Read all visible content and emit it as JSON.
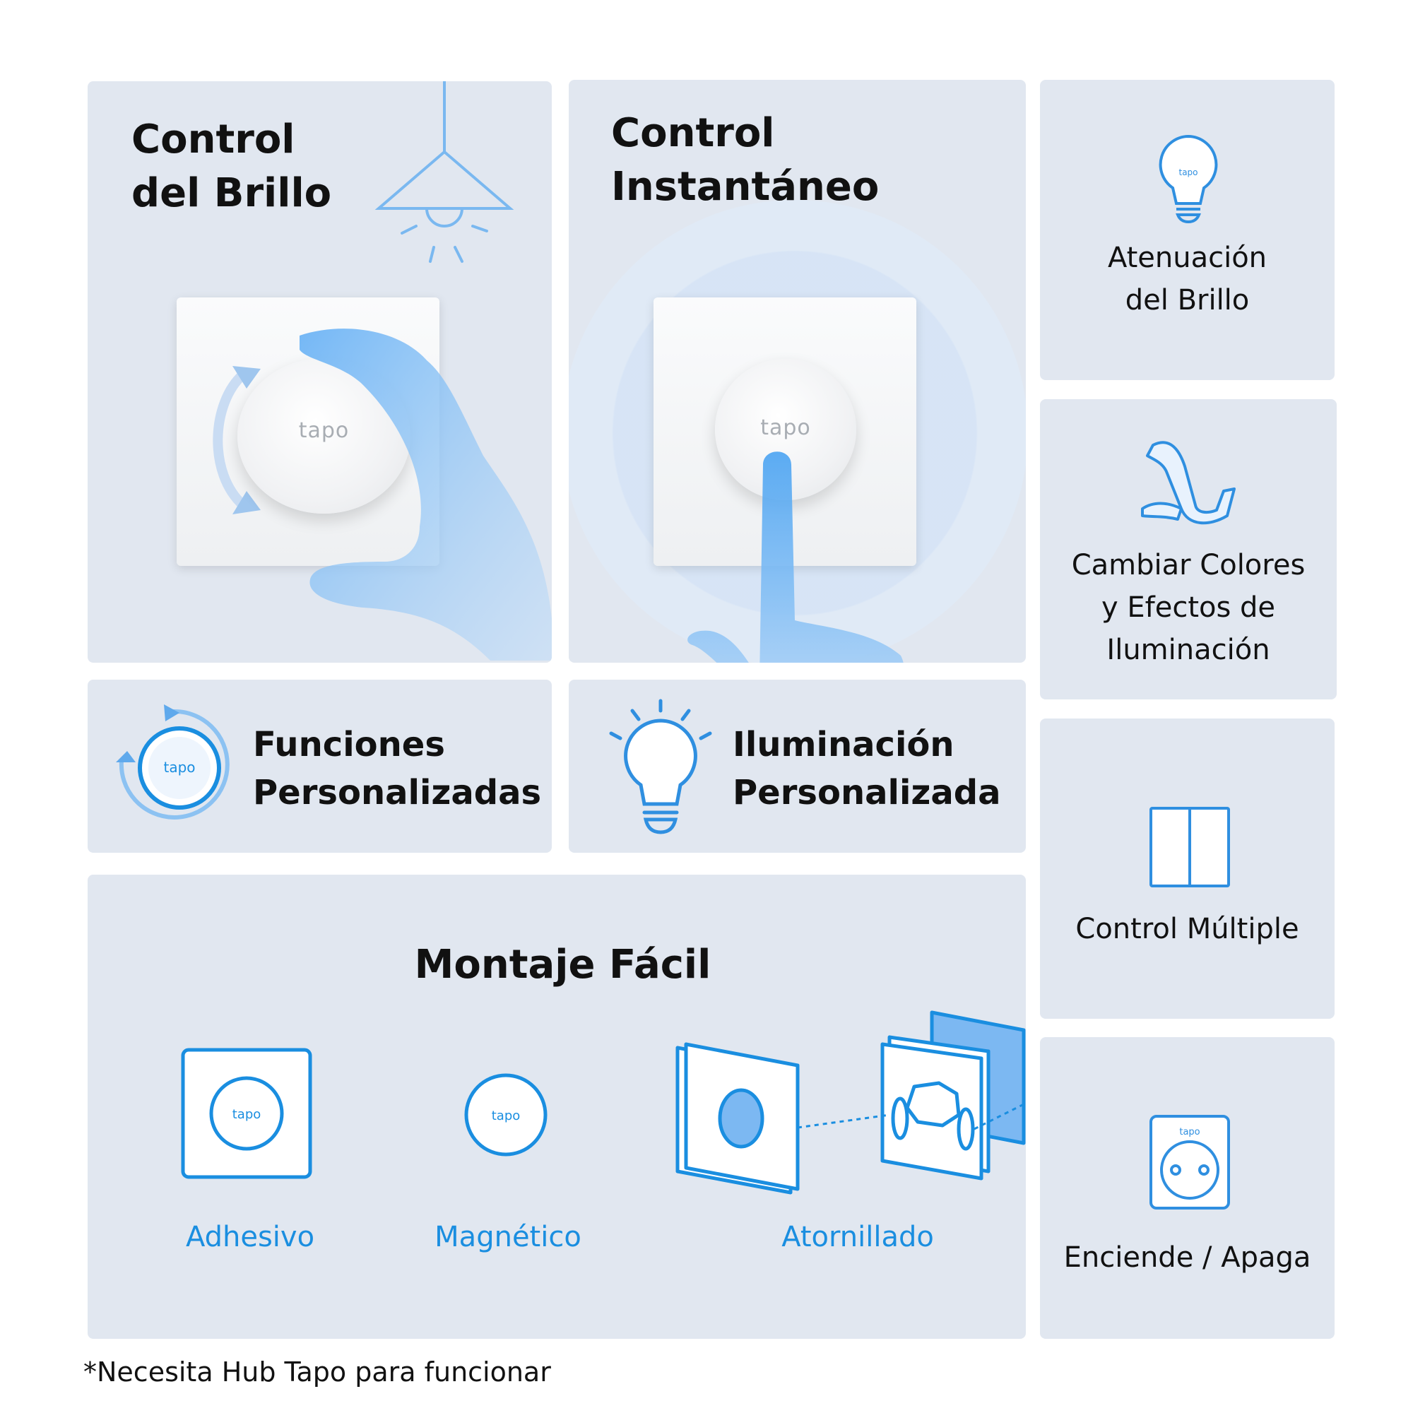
{
  "cards": {
    "brightness_control": {
      "title_line1": "Control",
      "title_line2": "del Brillo",
      "knob_logo": "tapo"
    },
    "instant_control": {
      "title_line1": "Control",
      "title_line2": "Instantáneo",
      "knob_logo": "tapo"
    },
    "custom_functions": {
      "title_line1": "Funciones",
      "title_line2": "Personalizadas",
      "icon_logo": "tapo"
    },
    "custom_lighting": {
      "title_line1": "Iluminación",
      "title_line2": "Personalizada"
    },
    "easy_mount": {
      "title": "Montaje Fácil",
      "options": [
        {
          "label": "Adhesivo",
          "logo": "tapo"
        },
        {
          "label": "Magnético",
          "logo": "tapo"
        },
        {
          "label": "Atornillado"
        }
      ]
    }
  },
  "side_features": [
    {
      "line1": "Atenuación",
      "line2": "del Brillo",
      "icon": "light-bulb-icon",
      "icon_logo": "tapo"
    },
    {
      "line1": "Cambiar Colores",
      "line2": "y Efectos de",
      "line3": "Iluminación",
      "icon": "light-strip-icon"
    },
    {
      "line1": "Control Múltiple",
      "icon": "multi-switch-icon"
    },
    {
      "line1": "Enciende / Apaga",
      "icon": "smart-plug-icon",
      "icon_logo": "tapo"
    }
  ],
  "footnote": "*Necesita Hub Tapo para funcionar",
  "colors": {
    "card_bg": "#e1e7f0",
    "accent_blue": "#1a8ee0",
    "icon_blue": "#2f8fe0"
  }
}
